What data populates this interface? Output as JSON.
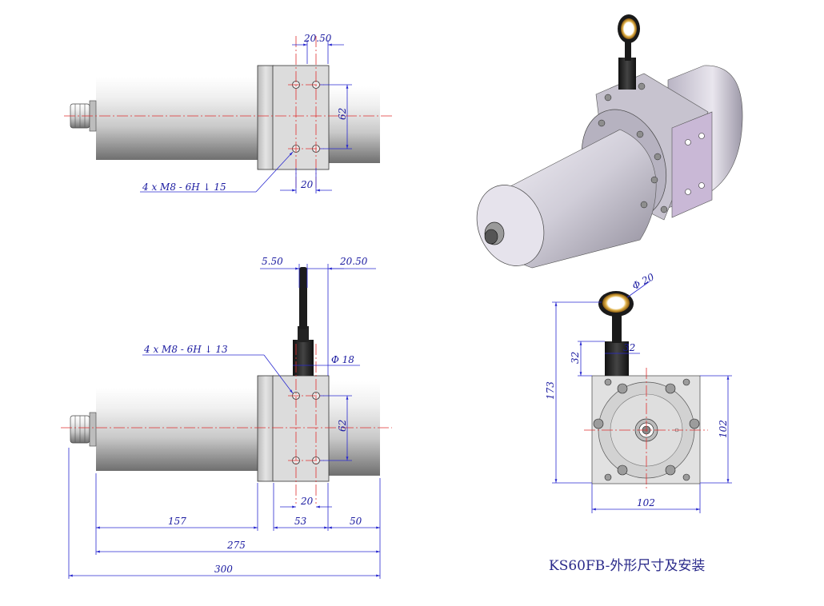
{
  "caption": "KS60FB-外形尺寸及安装",
  "top_view": {
    "dims": {
      "flange_offset": "20.50",
      "hole_spacing_v": "62",
      "hole_spacing_h": "20"
    },
    "hole_note": "4 x  M8 - 6H ↓ 15"
  },
  "side_view": {
    "dims": {
      "slot_offset": "5.50",
      "flange_offset": "20.50",
      "rod_diameter": "Φ 18",
      "hole_spacing_v": "62",
      "hole_spacing_h": "20",
      "body_length": "157",
      "flange_width": "53",
      "rear_length": "50",
      "total_length_1": "275",
      "total_length_2": "300"
    },
    "hole_note": "4 x  M8 - 6H ↓ 13"
  },
  "end_view": {
    "dims": {
      "eye_diameter": "Φ 20",
      "clevis_height": "32",
      "clevis_width": "32",
      "total_height": "173",
      "flange_height": "102",
      "flange_width": "102"
    }
  },
  "colors": {
    "dimension": "#2a2ad0",
    "centerline": "#e03030",
    "body": "#c9c9d3",
    "flange_3d": "#c9b8d6"
  }
}
